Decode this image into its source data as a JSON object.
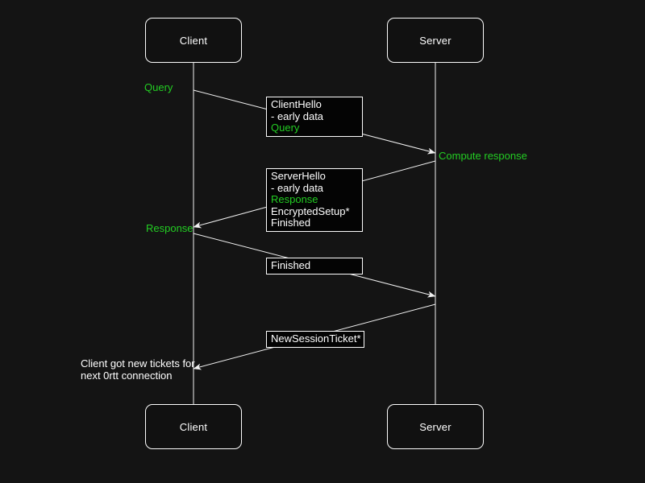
{
  "actors": {
    "client": "Client",
    "server": "Server"
  },
  "labels": {
    "query": "Query",
    "compute_response": "Compute response",
    "response": "Response"
  },
  "messages": {
    "client_hello": {
      "l1": "ClientHello",
      "l2": "- early data",
      "l3": "Query"
    },
    "server_hello": {
      "l1": "ServerHello",
      "l2": "- early data",
      "l3": "Response",
      "l4": "EncryptedSetup*",
      "l5": "Finished"
    },
    "finished": {
      "l1": "Finished"
    },
    "new_session_ticket": {
      "l1": "NewSessionTicket*"
    }
  },
  "note": {
    "line1": "Client got new tickets for",
    "line2": "next 0rtt connection"
  },
  "colors": {
    "background": "#141414",
    "line": "#f2f2f2",
    "accent_green": "#23cd23"
  }
}
